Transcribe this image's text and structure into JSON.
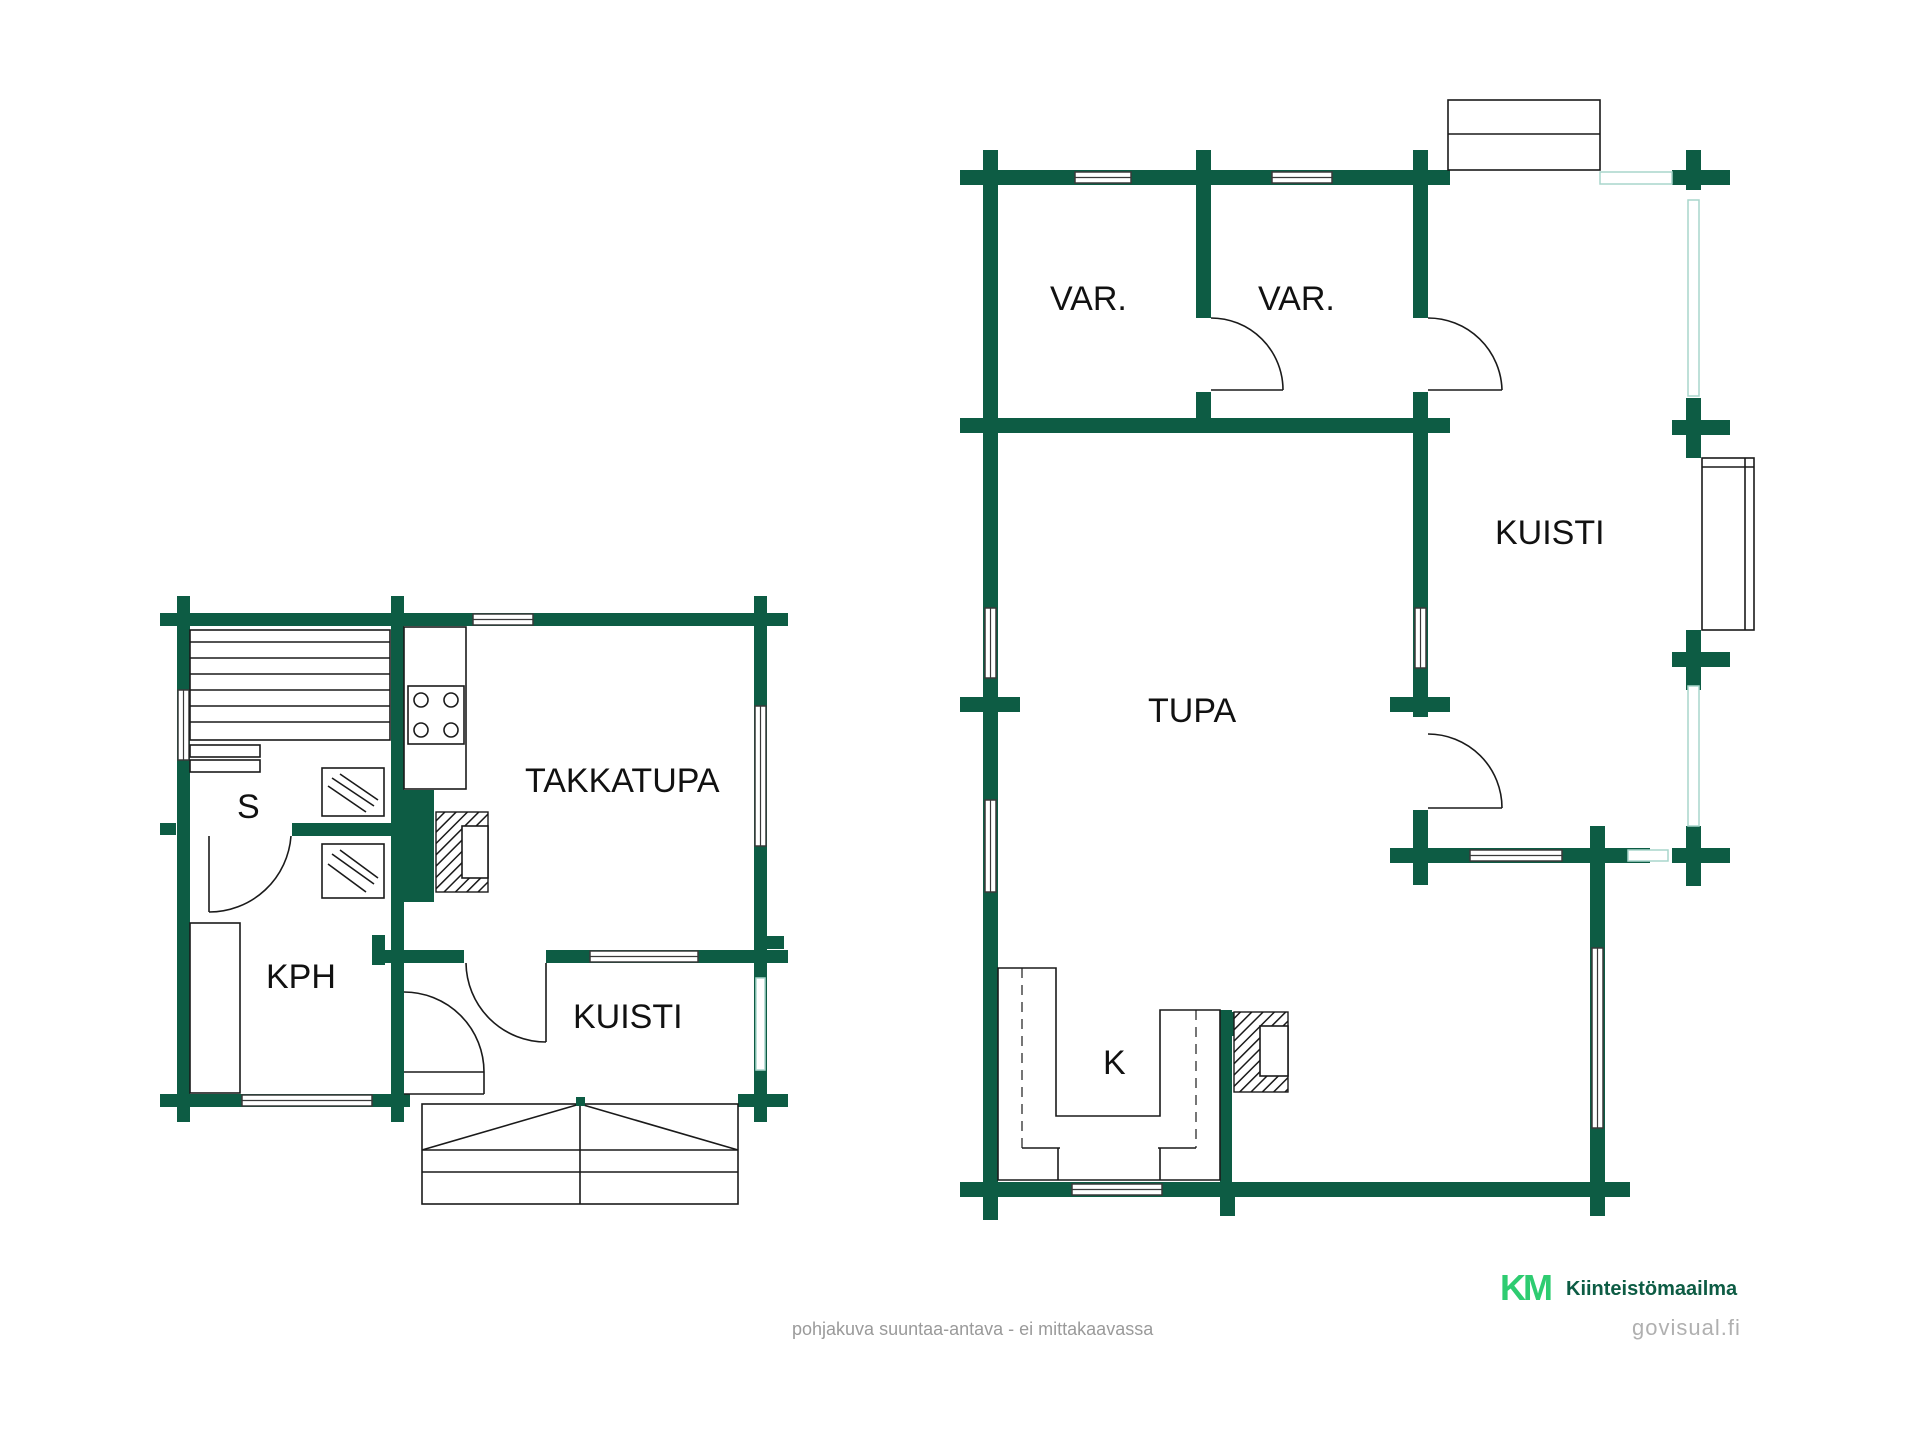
{
  "rooms": {
    "sauna": "S",
    "kph": "KPH",
    "takkatupa": "TAKKATUPA",
    "kuisti_small": "KUISTI",
    "var1": "VAR.",
    "var2": "VAR.",
    "kuisti_large": "KUISTI",
    "tupa": "TUPA",
    "keittio": "K"
  },
  "footer": {
    "note": "pohjakuva suuntaa-antava - ei mittakaavassa",
    "logo_mark": "KM",
    "logo_name": "Kiinteistömaailma",
    "credit": "govisual.fi"
  },
  "colors": {
    "wall": "#0d5c44",
    "logo_green": "#2ecc71"
  }
}
